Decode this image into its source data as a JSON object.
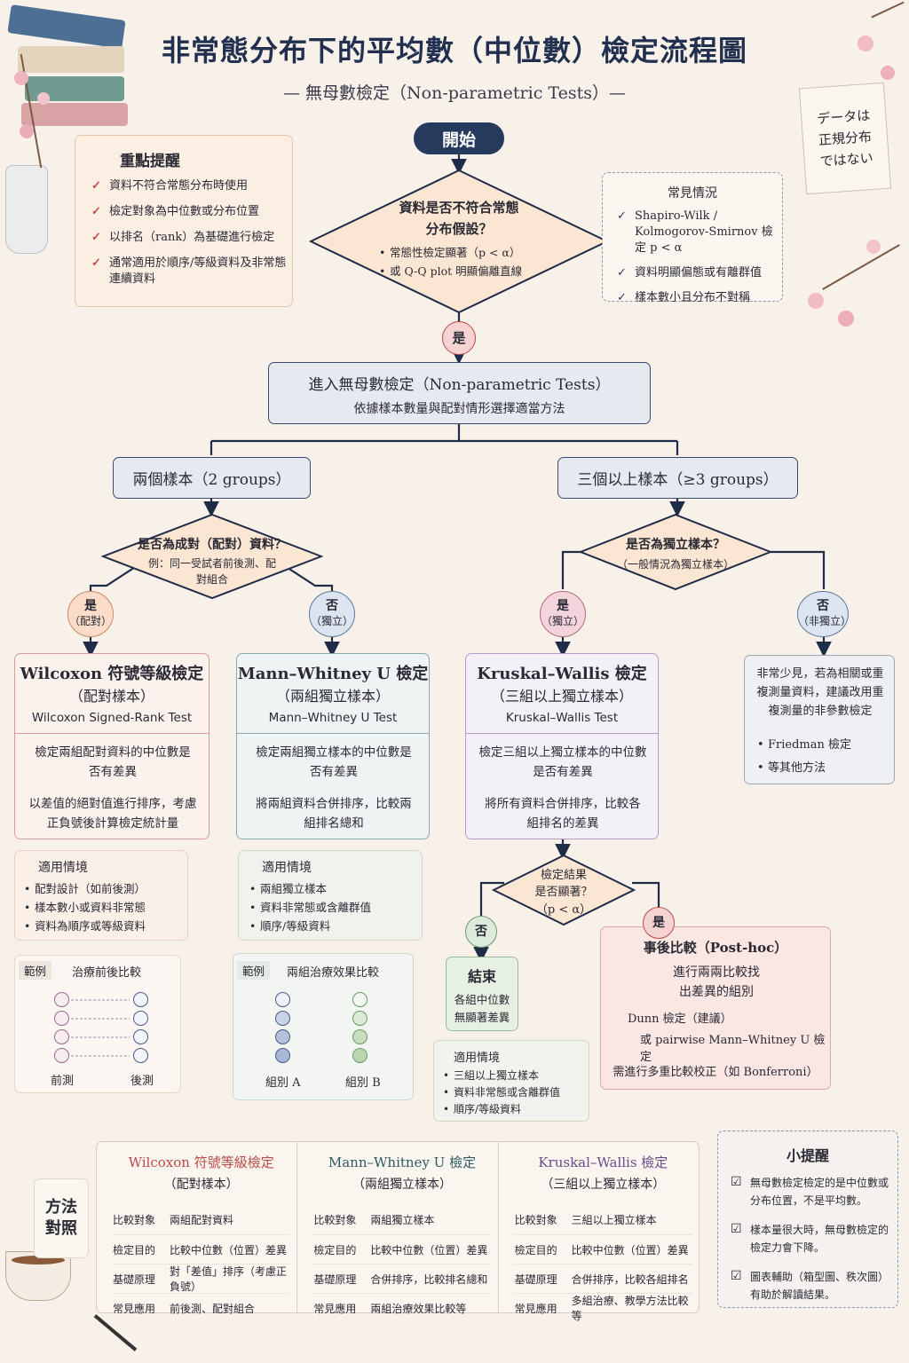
{
  "title": "非常態分布下的平均數（中位數）檢定流程圖",
  "subtitle": "— 無母數檢定（Non-parametric Tests）—",
  "note_scroll": "データは 正規分布 ではない",
  "key_points": {
    "title": "重點提醒",
    "items": [
      "資料不符合常態分布時使用",
      "檢定對象為中位數或分布位置",
      "以排名（rank）為基礎進行檢定",
      "通常適用於順序/等級資料及非常態連續資料"
    ]
  },
  "start": "開始",
  "q_normal": {
    "title": "資料是否不符合常態分布假設？",
    "items": [
      "常態性檢定顯著（p < α）",
      "或 Q-Q plot 明顯偏離直線"
    ]
  },
  "common": {
    "title": "常見情況",
    "items": [
      "Shapiro-Wilk / Kolmogorov-Smirnov 檢定 p < α",
      "資料明顯偏態或有離群值",
      "樣本數小且分布不對稱"
    ]
  },
  "yes": "是",
  "enter": {
    "title": "進入無母數檢定（Non-parametric Tests）",
    "sub": "依據樣本數量與配對情形選擇適當方法"
  },
  "two": "兩個樣本（2 groups）",
  "three": "三個以上樣本（≥3 groups）",
  "q_paired": {
    "title": "是否為成對（配對）資料？",
    "sub": "例：同一受試者前後測、配對組合"
  },
  "q_indep": {
    "title": "是否為獨立樣本？",
    "sub": "（一般情況為獨立樣本）"
  },
  "c_paired": {
    "a": "是",
    "b": "（配對）"
  },
  "c_unpaired": {
    "a": "否",
    "b": "（獨立）"
  },
  "c_indep": {
    "a": "是",
    "b": "（獨立）"
  },
  "c_nonindep": {
    "a": "否",
    "b": "（非獨立）"
  },
  "wilcoxon": {
    "title": "Wilcoxon 符號等級檢定",
    "sub": "（配對樣本）",
    "en": "Wilcoxon Signed-Rank Test",
    "d1": "檢定兩組配對資料的中位數是否有差異",
    "d2": "以差值的絕對值進行排序，考慮正負號後計算檢定統計量"
  },
  "mann": {
    "title": "Mann–Whitney U 檢定",
    "sub": "（兩組獨立樣本）",
    "en": "Mann–Whitney U Test",
    "d1": "檢定兩組獨立樣本的中位數是否有差異",
    "d2": "將兩組資料合併排序，比較兩組排名總和"
  },
  "kruskal": {
    "title": "Kruskal–Wallis 檢定",
    "sub": "（三組以上獨立樣本）",
    "en": "Kruskal–Wallis Test",
    "d1": "檢定三組以上獨立樣本的中位數是否有差異",
    "d2": "將所有資料合併排序，比較各組排名的差異"
  },
  "nonindep": {
    "text": "非常少見，若為相關或重複測量資料，建議改用重複測量的非參數檢定",
    "items": [
      "Friedman 檢定",
      "等其他方法"
    ]
  },
  "use_w": {
    "title": "適用情境",
    "items": [
      "配對設計（如前後測）",
      "樣本數小或資料非常態",
      "資料為順序或等級資料"
    ]
  },
  "use_m": {
    "title": "適用情境",
    "items": [
      "兩組獨立樣本",
      "資料非常態或含離群值",
      "順序/等級資料"
    ]
  },
  "use_k": {
    "title": "適用情境",
    "items": [
      "三組以上獨立樣本",
      "資料非常態或含離群值",
      "順序/等級資料"
    ]
  },
  "ex_w": {
    "tag": "範例",
    "title": "治療前後比較",
    "left": "前測",
    "right": "後測"
  },
  "ex_m": {
    "tag": "範例",
    "title": "兩組治療效果比較",
    "left": "組別 A",
    "right": "組別 B"
  },
  "q_sig": {
    "a": "檢定結果",
    "b": "是否顯著？",
    "c": "（p < α）"
  },
  "no": "否",
  "end": {
    "title": "結束",
    "sub": "各組中位數無顯著差異"
  },
  "posthoc": {
    "title": "事後比較（Post-hoc）",
    "sub": "進行兩兩比較找出差異的組別",
    "i1": "Dunn 檢定（建議）",
    "i2": "或 pairwise Mann–Whitney U 檢定",
    "note": "需進行多重比較校正（如 Bonferroni）"
  },
  "compare": {
    "label": "方法對照",
    "cols": [
      {
        "title": "Wilcoxon 符號等級檢定",
        "sub": "（配對樣本）",
        "color": "#b84a48",
        "rows": [
          [
            "比較對象",
            "兩組配對資料"
          ],
          [
            "檢定目的",
            "比較中位數（位置）差異"
          ],
          [
            "基礎原理",
            "對「差值」排序（考慮正負號）"
          ],
          [
            "常見應用",
            "前後測、配對組合"
          ]
        ]
      },
      {
        "title": "Mann–Whitney U 檢定",
        "sub": "（兩組獨立樣本）",
        "color": "#2f5a62",
        "rows": [
          [
            "比較對象",
            "兩組獨立樣本"
          ],
          [
            "檢定目的",
            "比較中位數（位置）差異"
          ],
          [
            "基礎原理",
            "合併排序，比較排名總和"
          ],
          [
            "常見應用",
            "兩組治療效果比較等"
          ]
        ]
      },
      {
        "title": "Kruskal–Wallis 檢定",
        "sub": "（三組以上獨立樣本）",
        "color": "#6a4a8a",
        "rows": [
          [
            "比較對象",
            "三組以上獨立樣本"
          ],
          [
            "檢定目的",
            "比較中位數（位置）差異"
          ],
          [
            "基礎原理",
            "合併排序，比較各組排名"
          ],
          [
            "常見應用",
            "多組治療、教學方法比較等"
          ]
        ]
      }
    ]
  },
  "tips": {
    "title": "小提醒",
    "items": [
      "無母數檢定檢定的是中位數或分布位置，不是平均數。",
      "樣本量很大時，無母數檢定的檢定力會下降。",
      "圖表輔助（箱型圖、秩次圖）有助於解讀結果。"
    ]
  }
}
